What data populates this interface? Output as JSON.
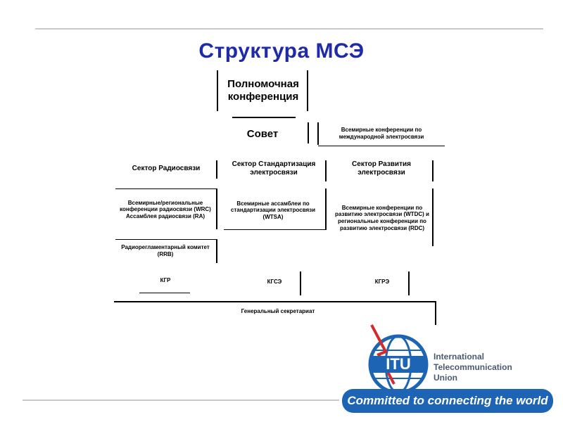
{
  "title": "Структура МСЭ",
  "plenipotentiary": "Полномочная конференция",
  "council": "Совет",
  "wcit": "Всемирные конференции по международной электросвязи",
  "sectors": {
    "radio": {
      "title": "Сектор Радиосвязи",
      "conferences": "Всемирные/региональные конференции радиосвязи (WRC) Ассамблея радиосвязи (RA)",
      "rrb": "Радиорегламентарный комитет (RRB)",
      "group": "КГР"
    },
    "standardization": {
      "title": "Сектор Стандартизация электросвязи",
      "assembly": "Всемирные ассамблеи по стандартизации электросвязи (WTSA)",
      "group": "КГСЭ"
    },
    "development": {
      "title": "Сектор Развития электросвязи",
      "conferences": "Всемирные конференции по развитию электросвязи (WTDC) и региональные конференции по развитию электросвязи (RDC)",
      "group": "КГРЭ"
    }
  },
  "secretariat": "Генеральный секретариат",
  "logo": {
    "abbr": "ITU",
    "line1": "International",
    "line2": "Telecommunication",
    "line3": "Union",
    "slogan": "Committed to connecting the world"
  },
  "colors": {
    "title": "#1f2aa8",
    "logo_blue": "#1e64b4",
    "logo_text": "#4a5a70",
    "logo_red": "#d42a2a",
    "rule": "#c9c9c9"
  }
}
